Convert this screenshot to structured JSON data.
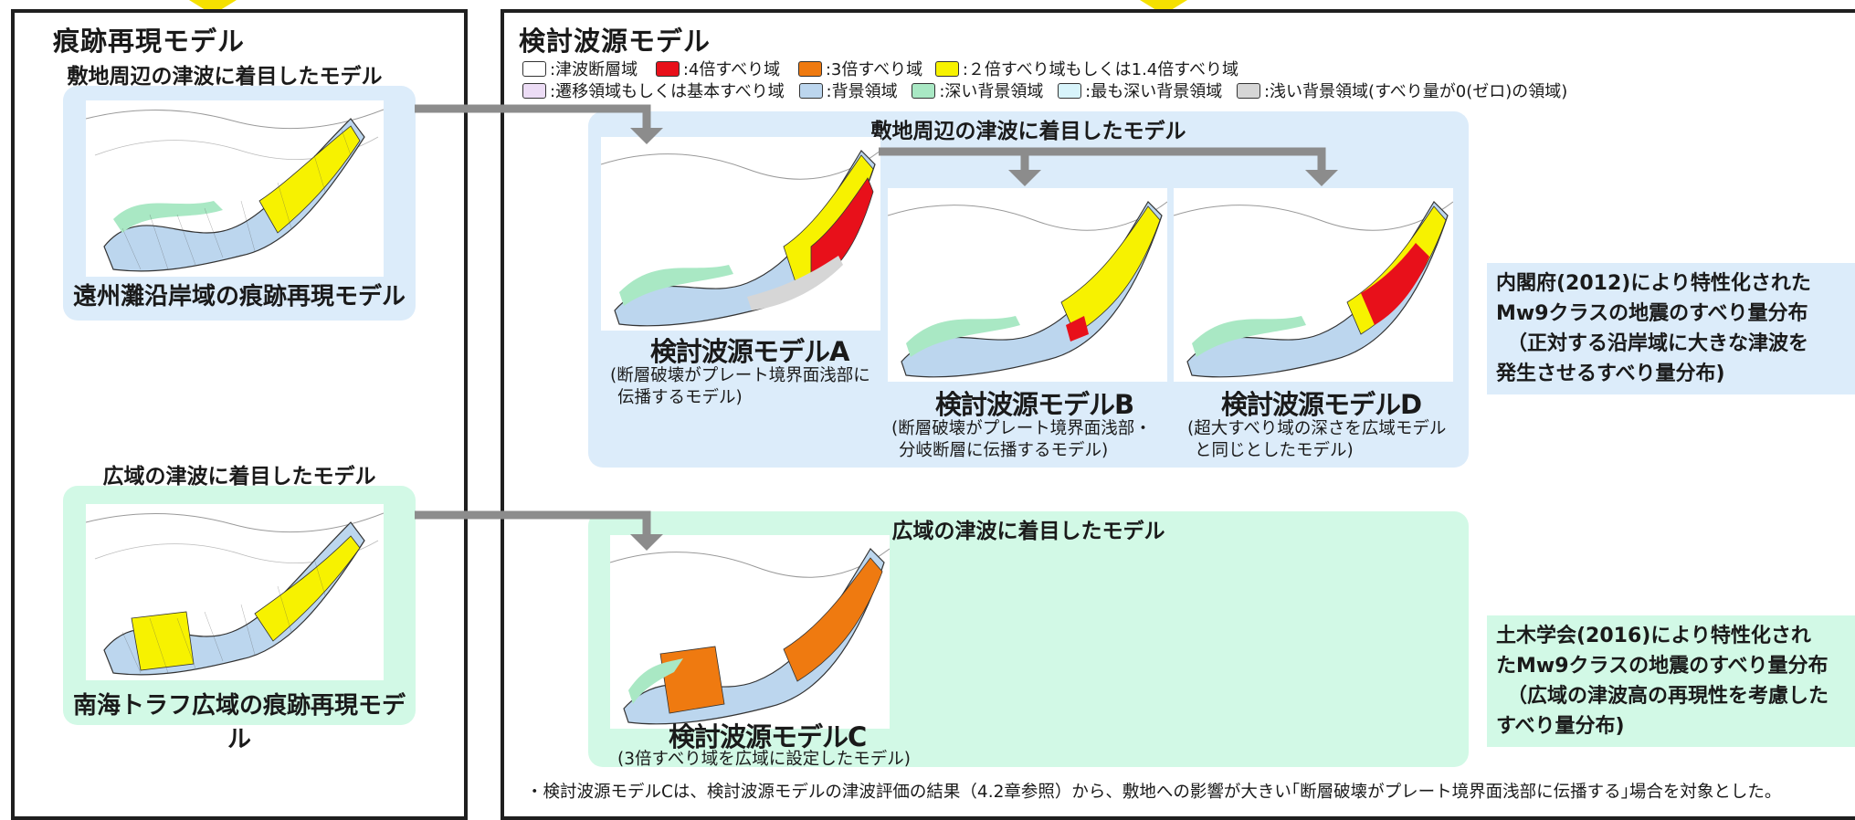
{
  "left": {
    "title": "痕跡再現モデル",
    "top_subtitle": "敷地周辺の津波に着目したモデル",
    "top_model": "遠州灘沿岸域の痕跡再現モデル",
    "bottom_subtitle": "広域の津波に着目したモデル",
    "bottom_model": "南海トラフ広域の痕跡再現モデル"
  },
  "right": {
    "title": "検討波源モデル",
    "legend": [
      {
        "color": "#ffffff",
        "label": ":津波断層域"
      },
      {
        "color": "#e8101a",
        "label": ":4倍すべり域"
      },
      {
        "color": "#ef7a10",
        "label": ":3倍すべり域"
      },
      {
        "color": "#f7f200",
        "label": ":２倍すべり域もしくは1.4倍すべり域"
      },
      {
        "color": "#ecdcf5",
        "label": ":遷移領域もしくは基本すべり域"
      },
      {
        "color": "#bcd6ee",
        "label": ":背景領域"
      },
      {
        "color": "#a9e8c4",
        "label": ":深い背景領域"
      },
      {
        "color": "#d8f4fb",
        "label": ":最も深い背景領域"
      },
      {
        "color": "#d6d6d6",
        "label": ":浅い背景領域(すべり量が0(ゼロ)の領域)"
      }
    ],
    "blue_heading": "敷地周辺の津波に着目したモデル",
    "green_heading": "広域の津波に着目したモデル",
    "models": {
      "A": {
        "name": "検討波源モデルA",
        "desc1": "(断層破壊がプレート境界面浅部に",
        "desc2": "伝播するモデル)"
      },
      "B": {
        "name": "検討波源モデルB",
        "desc1": "(断層破壊がプレート境界面浅部・",
        "desc2": "分岐断層に伝播するモデル)"
      },
      "D": {
        "name": "検討波源モデルD",
        "desc1": "(超大すべり域の深さを広域モデル",
        "desc2": "と同じとしたモデル)"
      },
      "C": {
        "name": "検討波源モデルC",
        "desc1": "(3倍すべり域を広域に設定したモデル)"
      }
    },
    "note_blue": [
      "内閣府(2012)により特性化された",
      "Mw9クラスの地震のすべり量分布",
      "（正対する沿岸域に大きな津波を",
      "発生させるすべり量分布)"
    ],
    "note_green": [
      "土木学会(2016)により特性化され",
      "たMw9クラスの地震のすべり量分布",
      "（広域の津波高の再現性を考慮した",
      "すべり量分布)"
    ],
    "footnote": "・検討波源モデルCは、検討波源モデルの津波評価の結果（4.2章参照）から、敷地への影響が大きい｢断層破壊がプレート境界面浅部に伝播する｣場合を対象とした。"
  }
}
